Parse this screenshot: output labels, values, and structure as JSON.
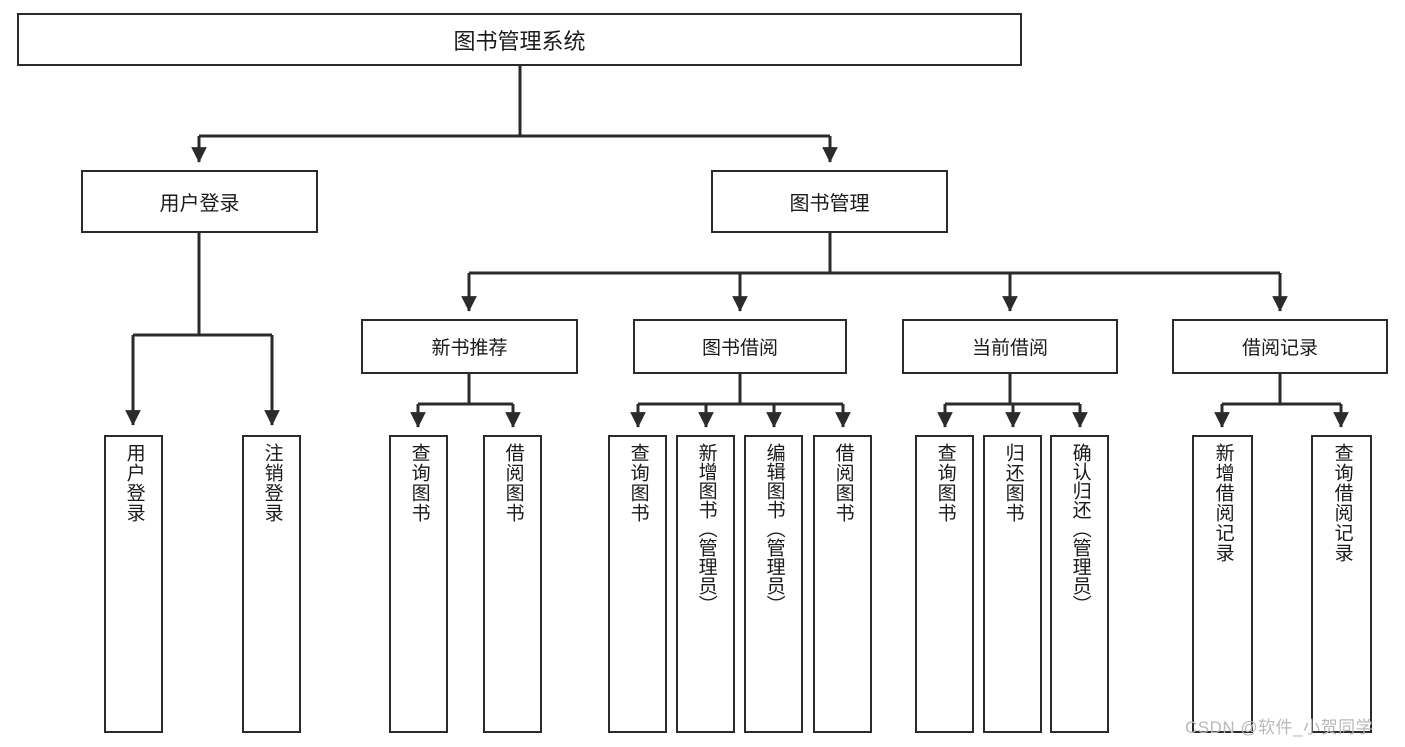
{
  "diagram": {
    "type": "tree-hierarchy",
    "title_box": {
      "label": "图书管理系统"
    },
    "level1": [
      {
        "label": "用户登录"
      },
      {
        "label": "图书管理"
      }
    ],
    "level2": [
      {
        "label": "新书推荐"
      },
      {
        "label": "图书借阅"
      },
      {
        "label": "当前借阅"
      },
      {
        "label": "借阅记录"
      }
    ],
    "leaves": {
      "user_login": [
        {
          "label": "用户登录"
        },
        {
          "label": "注销登录"
        }
      ],
      "new_book_recommend": [
        {
          "label": "查询图书"
        },
        {
          "label": "借阅图书"
        }
      ],
      "book_borrow": [
        {
          "label": "查询图书"
        },
        {
          "label": "新增图书（管理员）"
        },
        {
          "label": "编辑图书（管理员）"
        },
        {
          "label": "借阅图书"
        }
      ],
      "current_borrow": [
        {
          "label": "查询图书"
        },
        {
          "label": "归还图书"
        },
        {
          "label": "确认归还（管理员）"
        }
      ],
      "borrow_record": [
        {
          "label": "新增借阅记录"
        },
        {
          "label": "查询借阅记录"
        }
      ]
    },
    "watermark": {
      "text": "CSDN @软件_小贺同学"
    },
    "colors": {
      "stroke": "#2b2b2b",
      "fill": "#ffffff",
      "text": "#1a1a1a",
      "watermark": "#b9b9b9"
    }
  }
}
